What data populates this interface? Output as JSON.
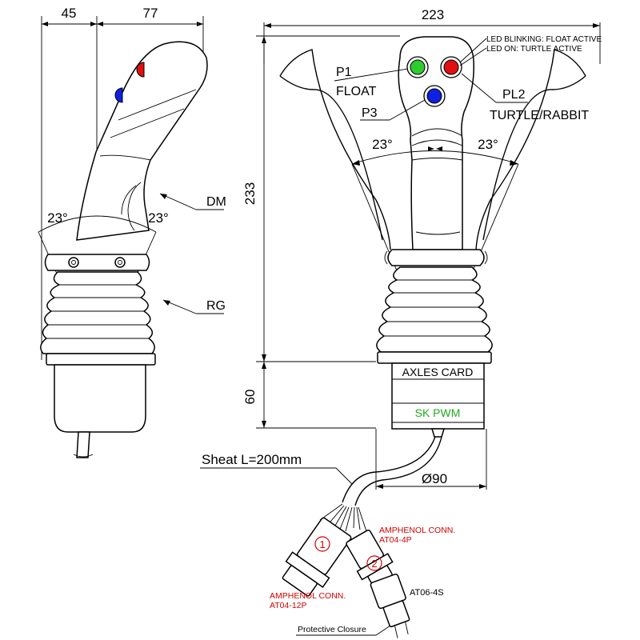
{
  "dimensions": {
    "side_depth_front": "45",
    "side_depth_back": "77",
    "width": "223",
    "height": "233",
    "base_height": "60",
    "diameter": "Ø90"
  },
  "angles": {
    "side_left": "23°",
    "side_right": "23°",
    "front_left": "23°",
    "front_right": "23°"
  },
  "labels": {
    "dm": "DM",
    "rg": "RG",
    "p1_name": "P1",
    "p1_func": "FLOAT",
    "pl2_name": "PL2",
    "pl2_func": "TURTLE/RABBIT",
    "p3_name": "P3",
    "led_blinking": "LED BLINKING: FLOAT ACTIVE",
    "led_on": "LED ON: TURTLE ACTIVE",
    "axles_card": "AXLES CARD",
    "sk_pwm": "SK PWM",
    "sheat": "Sheat L=200mm",
    "amphenol_1_line1": "AMPHENOL CONN.",
    "amphenol_1_line2": "AT04-12P",
    "amphenol_2_line1": "AMPHENOL CONN.",
    "amphenol_2_line2": "AT04-4P",
    "at06": "AT06-4S",
    "protective": "Protective Closure",
    "conn_1_num": "1",
    "conn_2_num": "2"
  },
  "colors": {
    "button_green": "#2ecc2e",
    "button_red": "#e01010",
    "button_blue": "#1020e0",
    "note_red": "#d40000",
    "card_green": "#22aa22"
  }
}
